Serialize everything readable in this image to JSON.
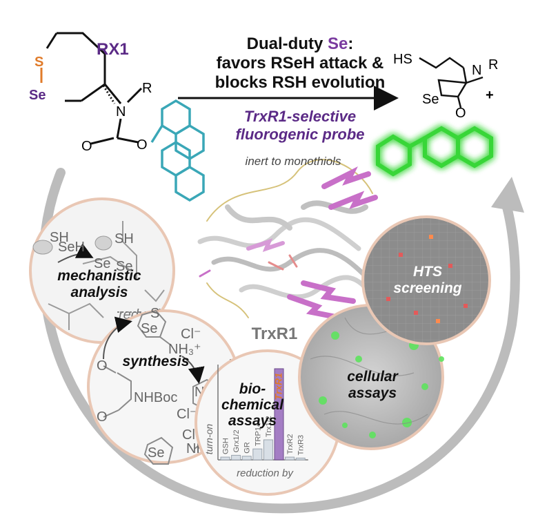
{
  "compound_label": "RX1",
  "headline": {
    "line1_prefix": "Dual-duty ",
    "line1_highlight": "Se",
    "line1_suffix": ":",
    "line2": "favors RSeH attack &",
    "line3": "blocks RSH evolution"
  },
  "subtitle": {
    "line1": "TrxR1-selective",
    "line2": "fluorogenic probe"
  },
  "inert_note": "inert to monothiols",
  "protein_label": "TrxR1",
  "bubbles": {
    "mechanistic": {
      "line1": "mechanistic",
      "line2": "analysis",
      "note": "reduction"
    },
    "synthesis": {
      "label": "synthesis"
    },
    "biochemical": {
      "line1": "bio-",
      "line2": "chemical",
      "line3": "assays"
    },
    "cellular": {
      "line1": "cellular",
      "line2": "assays"
    },
    "hts": {
      "line1": "HTS",
      "line2": "screening"
    }
  },
  "chem_atoms": {
    "S": "S",
    "Se": "Se",
    "N": "N",
    "R": "R",
    "O": "O",
    "HS": "HS",
    "plus": "+",
    "sh": "SH",
    "seh": "SeH",
    "se": "Se",
    "nh3": "NH₃⁺",
    "cl": "Cl⁻",
    "nhboc": "NHBoc",
    "nh": "NH",
    "nplus": "N"
  },
  "chart_data": {
    "type": "bar",
    "ylabel": "turn-on",
    "xlabel": "reduction by",
    "categories": [
      "GSH",
      "Grx1/2",
      "GR",
      "TRP14",
      "Trx1/2",
      "TrxR1",
      "TrxR2",
      "TrxR3"
    ],
    "values": [
      3,
      5,
      4,
      12,
      22,
      100,
      3,
      2
    ],
    "highlight": "TrxR1",
    "colors": {
      "default": "#d8dfe6",
      "highlight": "#a47dc4"
    }
  },
  "colors": {
    "purple": "#5b2a86",
    "teal": "#3aa7b7",
    "green": "#39d639",
    "orange": "#e07b2a",
    "bubble_border": "#e9c7b4"
  }
}
